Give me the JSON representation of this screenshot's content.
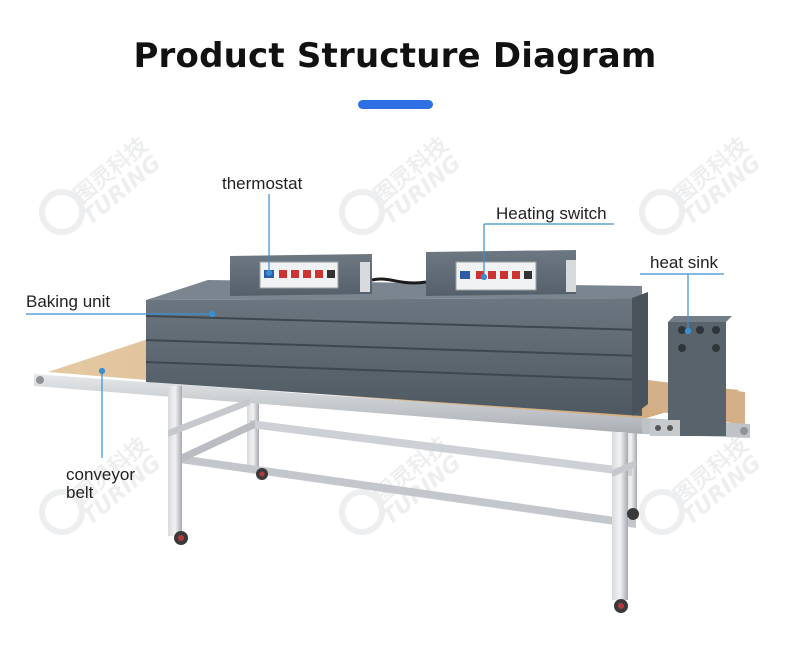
{
  "title": "Product Structure Diagram",
  "accent_color": "#2f6fe4",
  "watermark": {
    "cn": "图灵科技",
    "en": "TURING"
  },
  "labels": {
    "thermostat": "thermostat",
    "heating_switch": "Heating switch",
    "heat_sink": "heat sink",
    "baking_unit": "Baking unit",
    "conveyor_belt": "conveyor belt"
  },
  "colors": {
    "machine_body": "#5c6770",
    "belt": "#d9b88e",
    "frame": "#c9ccd0",
    "leader_line": "#3b8fd1"
  }
}
